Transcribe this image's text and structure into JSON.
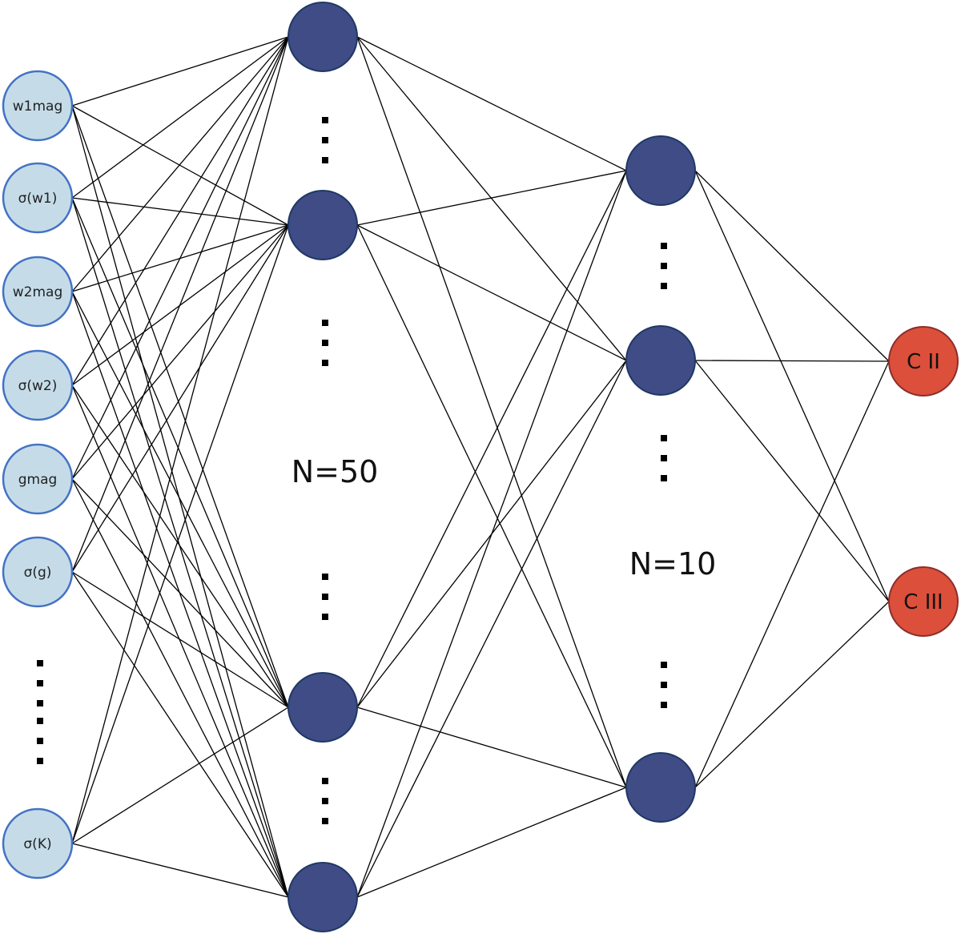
{
  "diagram": {
    "type": "fully-connected neural network",
    "colors": {
      "input_fill": "#C5DCE8",
      "input_border": "#4472C4",
      "hidden_fill": "#3F4C86",
      "hidden_border": "#1F3864",
      "output_fill": "#DC4F3A",
      "output_border": "#8B2E2A",
      "edge": "#000000"
    },
    "layers": [
      {
        "id": "input",
        "label": "",
        "nodes": [
          "w1mag",
          "σ(w1)",
          "w2mag",
          "σ(w2)",
          "gmag",
          "σ(g)",
          "…",
          "σ(K)"
        ]
      },
      {
        "id": "hidden1",
        "label": "N=50",
        "nodes": [
          "",
          "…",
          "",
          "…",
          "…",
          "",
          "…",
          ""
        ]
      },
      {
        "id": "hidden2",
        "label": "N=10",
        "nodes": [
          "",
          "…",
          "",
          "…",
          "…",
          ""
        ]
      },
      {
        "id": "output",
        "label": "",
        "nodes": [
          "C II",
          "C III"
        ]
      }
    ],
    "connectivity": "all-to-all between adjacent layers"
  }
}
